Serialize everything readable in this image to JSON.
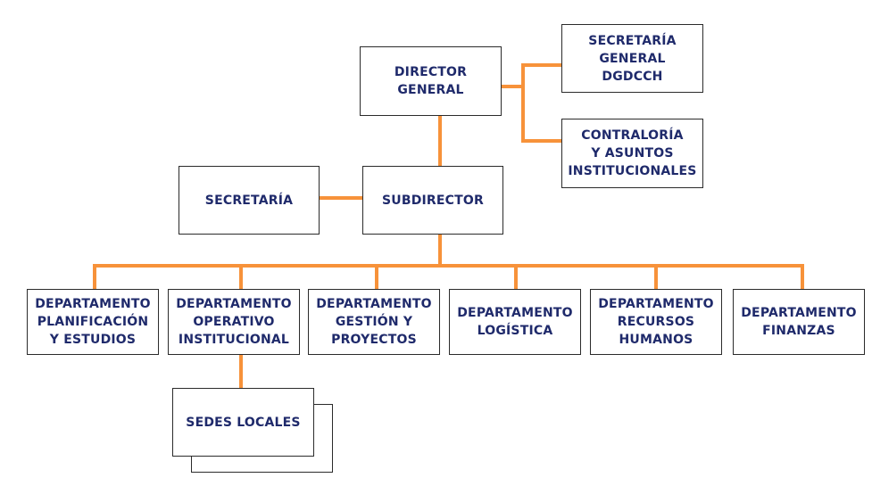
{
  "colors": {
    "connector": "#F7923A",
    "text": "#1F2A6B",
    "border": "#2B2B2B"
  },
  "nodes": {
    "director_general": "DIRECTOR\nGENERAL",
    "secretaria_general": "SECRETARÍA\nGENERAL\nDGDCCH",
    "contraloria": "CONTRALORÍA\nY ASUNTOS\nINSTITUCIONALES",
    "secretaria": "SECRETARÍA",
    "subdirector": "SUBDIRECTOR",
    "departments": [
      "DEPARTAMENTO\nPLANIFICACIÓN\nY ESTUDIOS",
      "DEPARTAMENTO\nOPERATIVO\nINSTITUCIONAL",
      "DEPARTAMENTO\nGESTIÓN Y\nPROYECTOS",
      "DEPARTAMENTO\nLOGÍSTICA",
      "DEPARTAMENTO\nRECURSOS\nHUMANOS",
      "DEPARTAMENTO\nFINANZAS"
    ],
    "sedes_locales": "SEDES LOCALES"
  }
}
